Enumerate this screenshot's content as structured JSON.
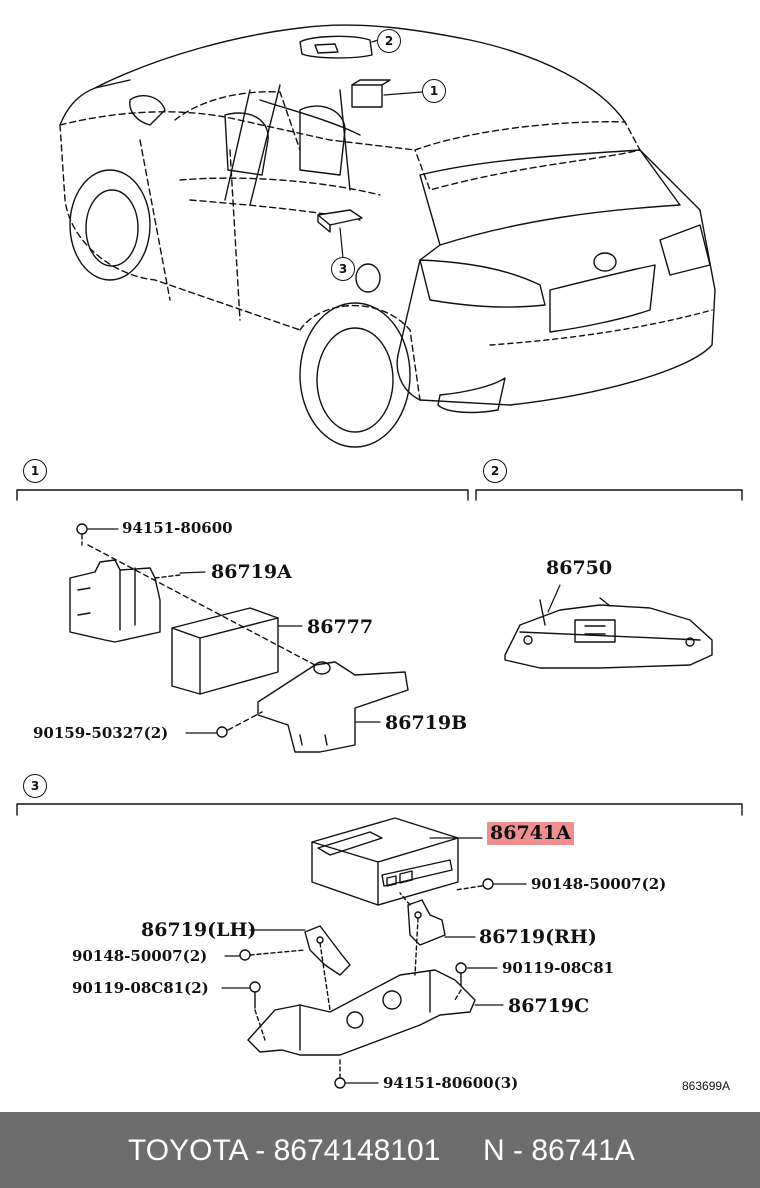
{
  "callouts": {
    "c1": "1",
    "c2": "2",
    "c3": "3"
  },
  "sections": {
    "s1": {
      "number": "1"
    },
    "s2": {
      "number": "2"
    },
    "s3": {
      "number": "3"
    }
  },
  "parts": {
    "p_94151_80600_a": "94151-80600",
    "p_86719A": "86719A",
    "p_86777": "86777",
    "p_86719B": "86719B",
    "p_90159_50327": "90159-50327(2)",
    "p_86750": "86750",
    "p_86741A": "86741A",
    "p_90148_50007_r": "90148-50007(2)",
    "p_86719_LH": "86719(LH)",
    "p_86719_RH": "86719(RH)",
    "p_90148_50007_l": "90148-50007(2)",
    "p_90119_08C81_r": "90119-08C81",
    "p_90119_08C81_l": "90119-08C81(2)",
    "p_86719C": "86719C",
    "p_94151_80600_b": "94151-80600(3)"
  },
  "illustration_code": "863699A",
  "footer": {
    "brand_part": "TOYOTA - 8674148101",
    "ref": "N - 86741A"
  },
  "colors": {
    "highlight": "#f08f8f",
    "footer_bg": "#6d6d6d",
    "footer_text": "#ffffff"
  }
}
